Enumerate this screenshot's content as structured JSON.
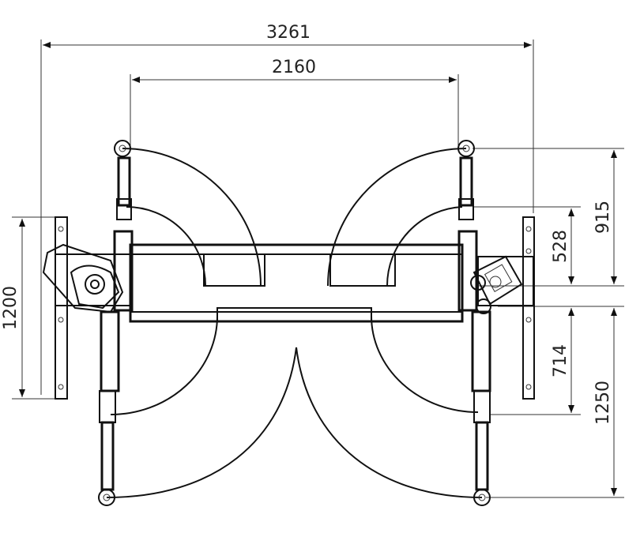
{
  "drawing": {
    "title": "Two-post lift top view dimensions",
    "dimensions": {
      "overall_width": "3261",
      "inner_width": "2160",
      "arm_front_reach": "915",
      "arm_front_short": "528",
      "arm_rear_short": "714",
      "arm_rear_reach": "1250",
      "base_depth": "1200"
    },
    "colors": {
      "line": "#111111",
      "background": "#ffffff"
    }
  }
}
